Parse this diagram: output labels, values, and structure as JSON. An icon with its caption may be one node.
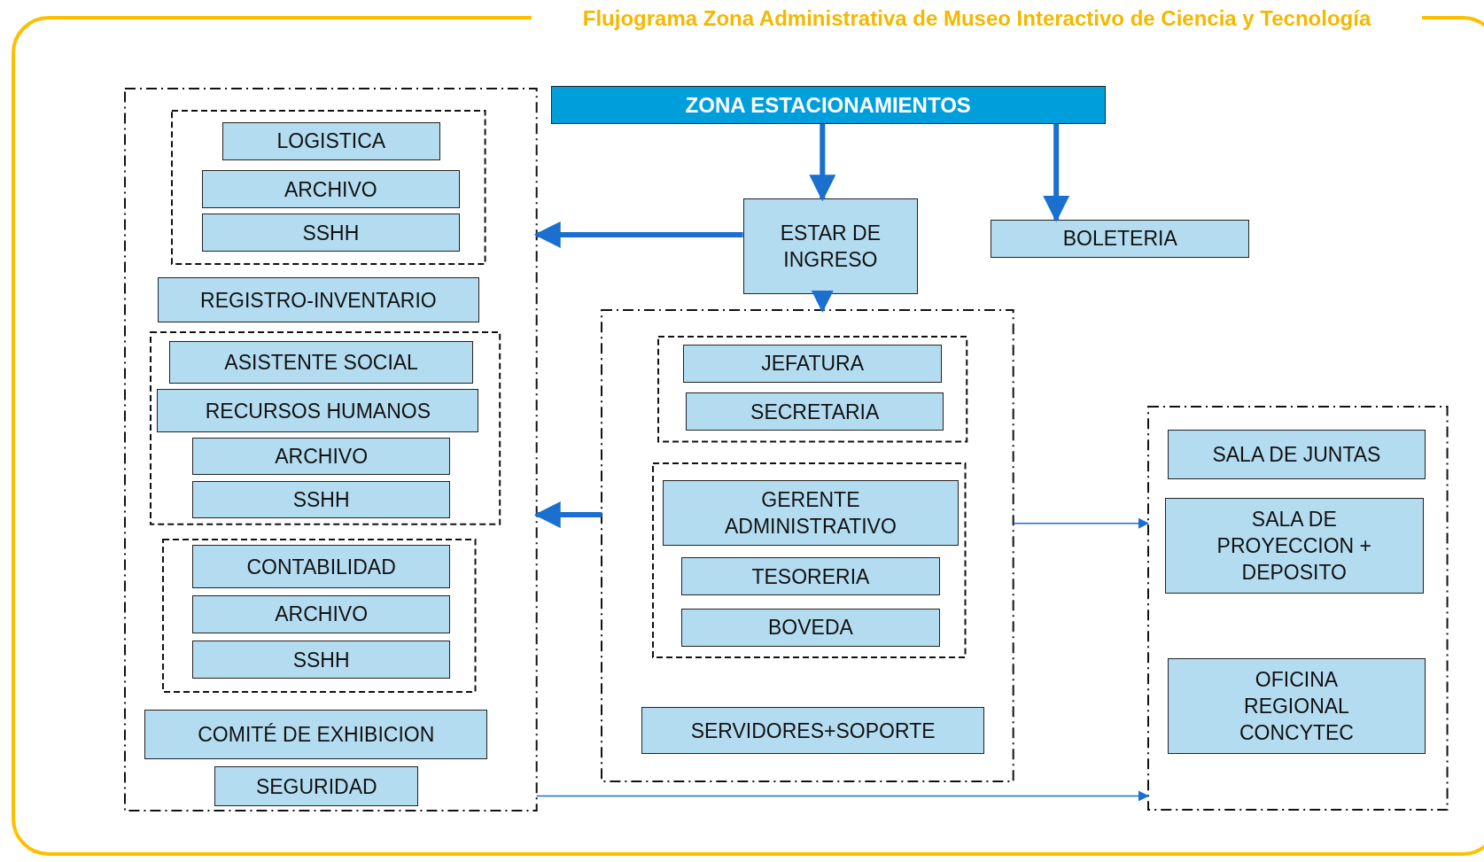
{
  "diagram": {
    "title": "Flujograma Zona Administrativa de Museo Interactivo de Ciencia y Tecnología",
    "nodes": [
      {
        "text": [],
        "shape": "box"
      },
      {
        "text": [],
        "shape": "box",
        "in": 0
      },
      {
        "text": [
          "LOGISTICA"
        ],
        "in": 1
      },
      {
        "text": [
          "ARCHIVO"
        ],
        "in": 1
      },
      {
        "text": [
          "SSHH"
        ],
        "in": 1
      },
      {
        "text": [
          "REGISTRO-INVENTARIO"
        ],
        "in": 0
      },
      {
        "text": [],
        "shape": "box",
        "in": 0
      },
      {
        "text": [
          "ASISTENTE SOCIAL"
        ],
        "in": 6
      },
      {
        "text": [
          "RECURSOS HUMANOS"
        ],
        "in": 6
      },
      {
        "text": [
          "ARCHIVO"
        ],
        "in": 6
      },
      {
        "text": [
          "SSHH"
        ],
        "in": 6
      },
      {
        "text": [],
        "shape": "box",
        "in": 0
      },
      {
        "text": [
          "CONTABILIDAD"
        ],
        "in": 11
      },
      {
        "text": [
          "ARCHIVO"
        ],
        "in": 11
      },
      {
        "text": [
          "SSHH"
        ],
        "in": 11
      },
      {
        "text": [
          "COMITÉ DE EXHIBICION"
        ],
        "in": 0
      },
      {
        "text": [
          "SEGURIDAD"
        ],
        "in": 0
      },
      {
        "text": [
          "ZONA ESTACIONAMIENTOS"
        ]
      },
      {
        "text": [
          "ESTAR DE INGRESO"
        ]
      },
      {
        "text": [
          "BOLETERIA"
        ]
      },
      {
        "text": [],
        "shape": "box"
      },
      {
        "text": [],
        "shape": "box",
        "in": 20
      },
      {
        "text": [
          "JEFATURA"
        ],
        "in": 21
      },
      {
        "text": [
          "SECRETARIA"
        ],
        "in": 21
      },
      {
        "text": [],
        "shape": "box",
        "in": 20
      },
      {
        "text": [
          "GERENTE ADMINISTRATIVO"
        ],
        "in": 24
      },
      {
        "text": [
          "TESORERIA"
        ],
        "in": 24
      },
      {
        "text": [
          "BOVEDA"
        ],
        "in": 24
      },
      {
        "text": [
          "SERVIDORES+SOPORTE"
        ],
        "in": 20
      },
      {
        "text": [],
        "shape": "box"
      },
      {
        "text": [
          "SALA DE JUNTAS"
        ],
        "in": 29
      },
      {
        "text": [
          "SALA DE PROYECCION + DEPOSITO"
        ],
        "in": 29
      },
      {
        "text": [
          "OFICINA REGIONAL CONCYTEC"
        ],
        "in": 29
      }
    ],
    "edges": [
      {
        "from": 17,
        "to": 18,
        "arrow": "to"
      },
      {
        "from": 17,
        "to": 19,
        "arrow": "to"
      },
      {
        "from": 18,
        "to": 0,
        "arrow": "to"
      },
      {
        "from": 18,
        "to": 20,
        "arrow": "to"
      },
      {
        "from": 20,
        "to": 0,
        "arrow": "to"
      },
      {
        "from": 20,
        "to": 29,
        "arrow": "to"
      },
      {
        "from": 0,
        "to": 29,
        "arrow": "to"
      }
    ]
  }
}
